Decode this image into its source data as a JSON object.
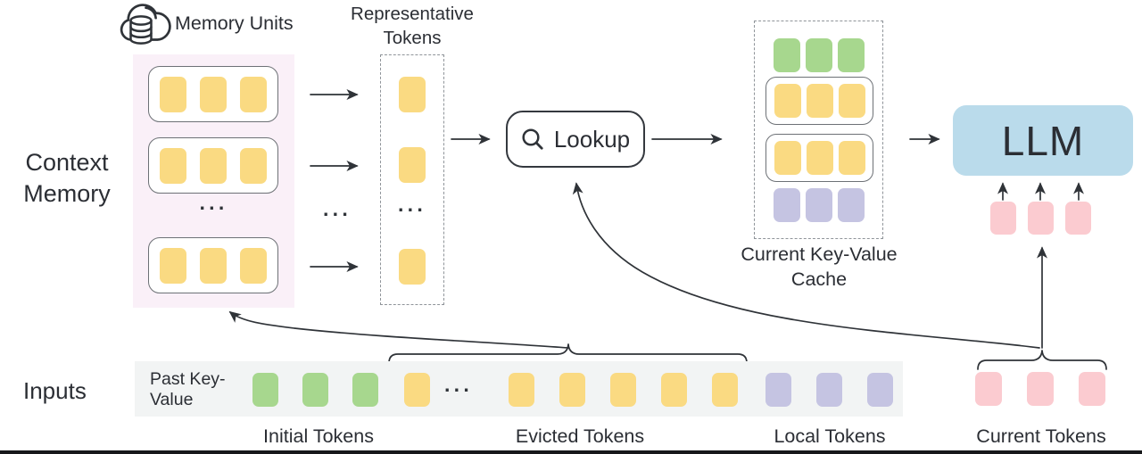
{
  "colors": {
    "yellow_token": "#FADA82",
    "green_token": "#A7D78E",
    "purple_token": "#C5C4E2",
    "pink_token": "#FBCBD0",
    "llm_fill": "#BADBEB",
    "memory_bg": "#FAF0F8",
    "strip_bg": "#F2F4F4",
    "line": "#2F3338",
    "text": "#2B2E34",
    "box_border": "#6D7176",
    "dash_border": "#8F9499"
  },
  "labels": {
    "memory_units": "Memory Units",
    "representative_tokens": "Representative Tokens",
    "context_memory": "Context Memory",
    "lookup": "Lookup",
    "current_kv_cache": "Current Key-Value Cache",
    "llm": "LLM",
    "inputs": "Inputs",
    "past_key_value": "Past Key-Value",
    "initial_tokens": "Initial Tokens",
    "evicted_tokens": "Evicted Tokens",
    "local_tokens": "Local Tokens",
    "current_tokens": "Current Tokens",
    "ellipsis": "···"
  },
  "icons": {
    "memory_units_icon": "cloud-database",
    "lookup_icon": "magnifier"
  },
  "memory": {
    "units": [
      {
        "count": 3,
        "color": "yellow_token",
        "name": "memory"
      },
      {
        "count": 3,
        "color": "yellow_token",
        "name": "memory"
      },
      {
        "count": 3,
        "color": "yellow_token",
        "name": "memory"
      }
    ]
  },
  "representative": {
    "token": {
      "count": 1,
      "color": "yellow_token",
      "name": "representative"
    }
  },
  "cache": {
    "rows": [
      {
        "count": 3,
        "color": "green_token",
        "boxed": false,
        "name": "initial"
      },
      {
        "count": 3,
        "color": "yellow_token",
        "boxed": true,
        "name": "retrieved-memory"
      },
      {
        "count": 3,
        "color": "yellow_token",
        "boxed": true,
        "name": "retrieved-memory"
      },
      {
        "count": 3,
        "color": "purple_token",
        "boxed": false,
        "name": "local"
      }
    ]
  },
  "llm_inputs": {
    "count": 3,
    "color": "pink_token",
    "name": "current"
  },
  "strip": {
    "initial": {
      "count": 3,
      "color": "green_token",
      "name": "initial"
    },
    "evicted_head": {
      "count": 1,
      "color": "yellow_token",
      "name": "evicted"
    },
    "evicted_tail": {
      "count": 5,
      "color": "yellow_token",
      "name": "evicted"
    },
    "local": {
      "count": 3,
      "color": "purple_token",
      "name": "local"
    }
  },
  "current": {
    "count": 3,
    "color": "pink_token",
    "name": "current"
  }
}
